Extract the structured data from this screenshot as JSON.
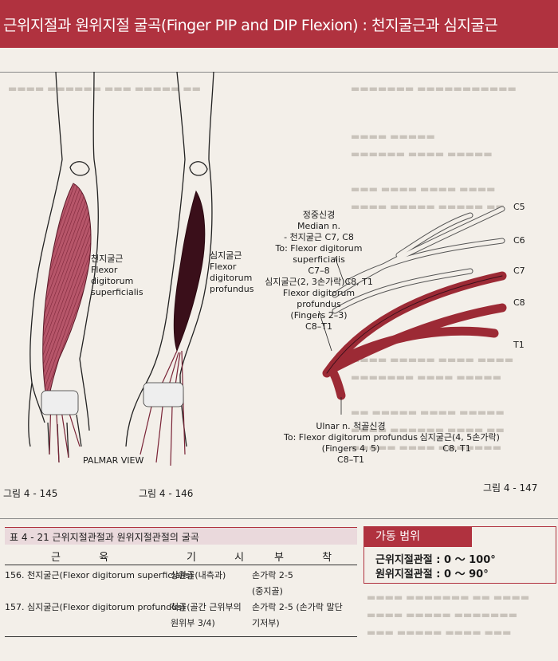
{
  "header": {
    "title": "근위지절과 원위지절 굴곡(Finger PIP and DIP Flexion) : 천지굴근과 심지굴근"
  },
  "figure_left": {
    "label_fds": [
      "천지굴근",
      "Flexor",
      "digitorum",
      "superficialis"
    ],
    "label_fdp": [
      "심지굴근",
      "Flexor",
      "digitorum",
      "profundus"
    ],
    "view": "PALMAR VIEW",
    "caption_145": "그림 4 - 145",
    "caption_146": "그림 4 - 146"
  },
  "figure_right": {
    "roots": [
      "C5",
      "C6",
      "C7",
      "C8",
      "T1"
    ],
    "median_label": [
      "정중신경",
      "Median n.",
      "- 천지굴근 C7, C8",
      "To: Flexor digitorum",
      "superficialis",
      "C7–8"
    ],
    "fdp_label": [
      "심지굴근(2, 3손가락)C8, T1",
      "Flexor digitorum",
      "profundus",
      "(Fingers 2–3)",
      "C8–T1"
    ],
    "ulnar_label": [
      "Ulnar n. 척골신경",
      "To: Flexor digitorum profundus",
      "(Fingers 4, 5)",
      "C8–T1"
    ],
    "fdp45_label": [
      "- 심지굴근(4, 5손가락)",
      "C8, T1"
    ],
    "caption_147": "그림 4 - 147"
  },
  "table": {
    "title": "표  4 - 21  근위지절관절과 원위지절관절의 굴곡",
    "headers": [
      "근 육",
      "기 시",
      "부 착"
    ],
    "rows": [
      {
        "muscle": "156. 천지굴근(Flexor digitorum superficialis)",
        "origin": [
          "상완골(내측과)"
        ],
        "insertion": [
          "손가락 2-5",
          "(중지골)"
        ]
      },
      {
        "muscle": "157. 심지굴근(Flexor digitorum profundus)",
        "origin": [
          "척골(골간 근위부의",
          "원위부 3/4)"
        ],
        "insertion": [
          "손가락 2-5 (손가락 말단",
          "기저부)"
        ]
      }
    ]
  },
  "rom": {
    "title": "가동 범위",
    "lines": [
      "근위지절관절 : 0 ～ 100°",
      "원위지절관절 : 0 ～ 90°"
    ]
  }
}
